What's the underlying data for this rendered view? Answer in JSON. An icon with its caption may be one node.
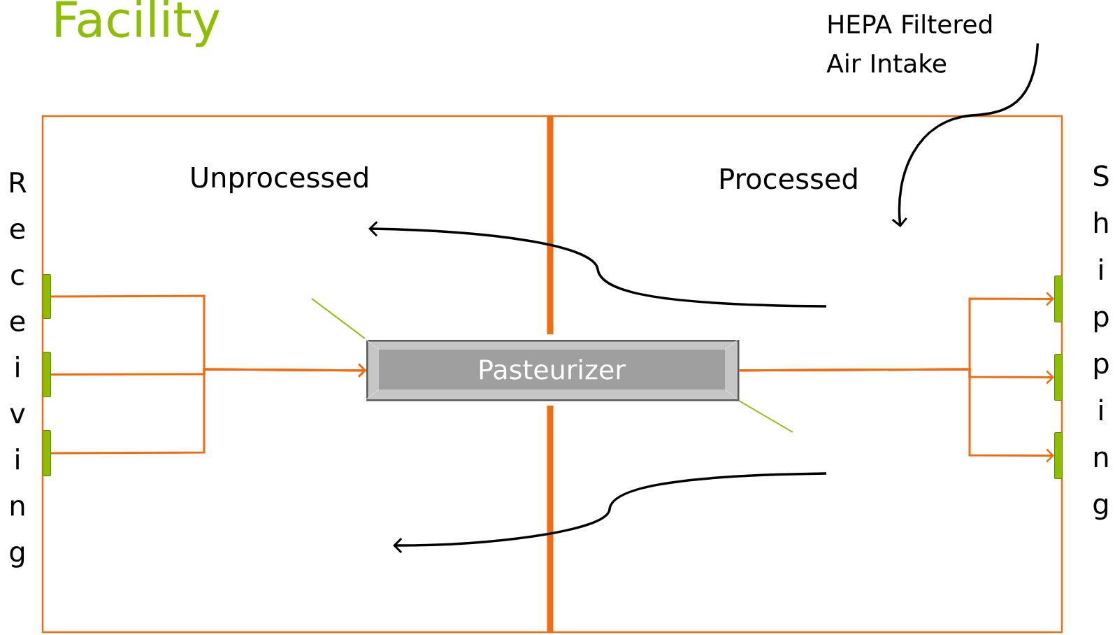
{
  "diagram": {
    "title": "Facility",
    "nodes": [
      {
        "text": [
          "HEPA Filtered Air Intake"
        ]
      },
      {
        "text": [
          "Pasteurizer"
        ]
      },
      {
        "text": [],
        "shape": "bar"
      },
      {
        "text": [],
        "shape": "bar"
      },
      {
        "text": [],
        "shape": "bar"
      },
      {
        "text": [],
        "shape": "bar"
      },
      {
        "text": [],
        "shape": "bar"
      },
      {
        "text": [],
        "shape": "bar"
      }
    ],
    "edges": [
      {
        "from": 0,
        "to": null,
        "arrow": "to",
        "color": "#000000"
      },
      {
        "from": 2,
        "to": 1,
        "arrow": "to"
      },
      {
        "from": 3,
        "to": 1,
        "arrow": "to"
      },
      {
        "from": 4,
        "to": 1,
        "arrow": "to"
      },
      {
        "from": 1,
        "to": 5,
        "arrow": "to"
      },
      {
        "from": 1,
        "to": 6,
        "arrow": "to"
      },
      {
        "from": 1,
        "to": 7,
        "arrow": "to"
      }
    ],
    "labels": [
      "Unprocessed",
      "Processed",
      "Receiving",
      "Shipping"
    ]
  }
}
